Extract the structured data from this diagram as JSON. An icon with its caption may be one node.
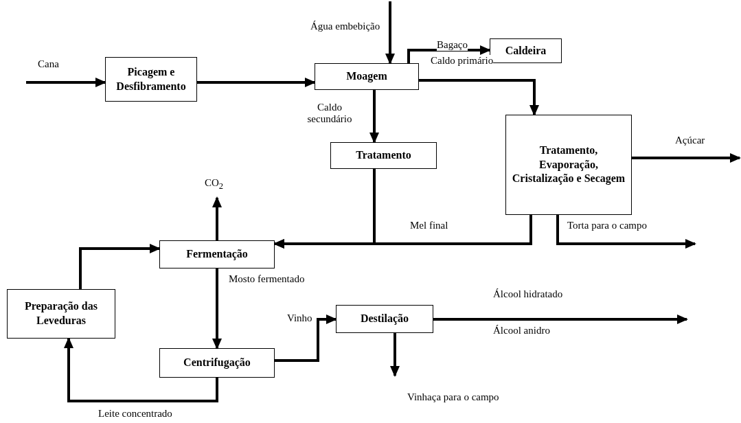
{
  "diagram": {
    "nodes": [
      {
        "text": [
          "Picagem e Desfibramento"
        ]
      },
      {
        "text": [
          "Moagem"
        ]
      },
      {
        "text": [
          "Caldeira"
        ]
      },
      {
        "text": [
          "Tratamento"
        ]
      },
      {
        "text": [
          "Tratamento, Evaporação, Cristalização e Secagem"
        ]
      },
      {
        "text": [
          "Fermentação"
        ]
      },
      {
        "text": [
          "Preparação das Leveduras"
        ]
      },
      {
        "text": [
          "Centrifugação"
        ]
      },
      {
        "text": [
          "Destilação"
        ]
      }
    ],
    "edges": [
      {
        "from": null,
        "to": 0,
        "arrow": "to",
        "label": "Cana"
      },
      {
        "from": 0,
        "to": 1,
        "arrow": "to"
      },
      {
        "from": null,
        "to": 1,
        "arrow": "to",
        "label": "Água embebição"
      },
      {
        "from": 1,
        "to": 2,
        "arrow": "to",
        "label": "Bagaço"
      },
      {
        "from": 1,
        "to": 4,
        "arrow": "to",
        "label": "Caldo primário"
      },
      {
        "from": 1,
        "to": 3,
        "arrow": "to",
        "label": "Caldo secundário"
      },
      {
        "from": 3,
        "to": 5,
        "arrow": "to"
      },
      {
        "from": 4,
        "to": 5,
        "arrow": "to",
        "label": "Mel final"
      },
      {
        "from": 4,
        "to": null,
        "arrow": "to",
        "label": "Torta para o campo"
      },
      {
        "from": 4,
        "to": null,
        "arrow": "to",
        "label": "Açúcar"
      },
      {
        "from": 5,
        "to": null,
        "arrow": "to",
        "label": "CO$_{2}$"
      },
      {
        "from": 5,
        "to": 7,
        "arrow": "to",
        "label": "Mosto fermentado"
      },
      {
        "from": 7,
        "to": 8,
        "arrow": "to",
        "label": "Vinho"
      },
      {
        "from": 7,
        "to": 6,
        "arrow": "to",
        "label": "Leite concentrado"
      },
      {
        "from": 6,
        "to": 5,
        "arrow": "to"
      },
      {
        "from": 8,
        "to": null,
        "arrow": "to",
        "label": "Álcool hidratado"
      },
      {
        "from": 8,
        "to": null,
        "arrow": "to",
        "label": "Vinhaça para o campo"
      }
    ],
    "labels": [
      "Álcool anidro"
    ]
  }
}
